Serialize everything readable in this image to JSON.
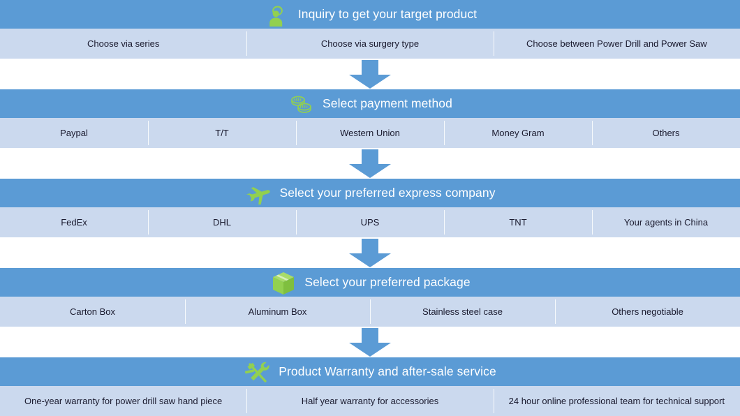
{
  "page": {
    "title": "Inquiry to get your target product",
    "background": "#ffffff",
    "header_color": "#5B9BD5",
    "option_row_color": "#CBD9EE",
    "icon_color": "#92D050",
    "arrow_color": "#5B9BD5",
    "text_color_header": "#FFFFFF",
    "text_color_option": "#1a1a2e"
  },
  "stages": [
    {
      "id": "inquiry",
      "title": "Inquiry to get your target product",
      "icon": "support-agent-icon",
      "options": [
        "Choose via series",
        "Choose via surgery type",
        "Choose  between Power Drill and Power Saw"
      ]
    },
    {
      "id": "payment",
      "title": "Select payment method",
      "icon": "coins-icon",
      "options": [
        "Paypal",
        "T/T",
        "Western Union",
        "Money Gram",
        "Others"
      ]
    },
    {
      "id": "express",
      "title": "Select your preferred express company",
      "icon": "airplane-icon",
      "options": [
        "FedEx",
        "DHL",
        "UPS",
        "TNT",
        "Your agents in China"
      ]
    },
    {
      "id": "package",
      "title": "Select your preferred package",
      "icon": "package-box-icon",
      "options": [
        "Carton Box",
        "Aluminum Box",
        "Stainless steel case",
        "Others negotiable"
      ]
    },
    {
      "id": "warranty",
      "title": "Product Warranty and after-sale service",
      "icon": "tools-hammer-wrench-icon",
      "options": [
        "One-year warranty for power drill saw hand piece",
        "Half year warranty for accessories",
        "24 hour online professional team for technical support"
      ]
    }
  ],
  "connectors": [
    {
      "id": "connector-1",
      "direction": "down"
    },
    {
      "id": "connector-2",
      "direction": "down"
    },
    {
      "id": "connector-3",
      "direction": "down"
    },
    {
      "id": "connector-4",
      "direction": "down"
    }
  ]
}
